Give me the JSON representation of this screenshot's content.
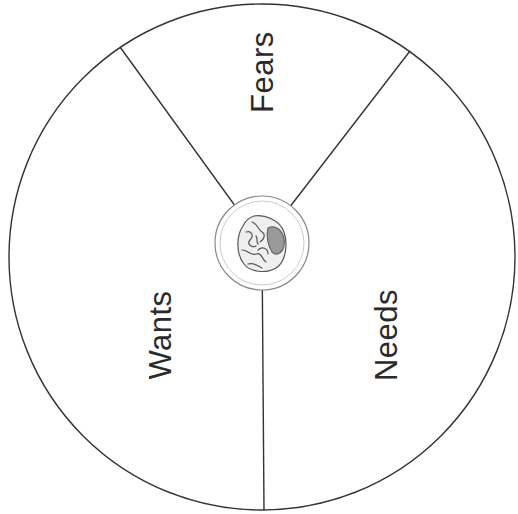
{
  "diagram": {
    "nodes": [
      {
        "text": [
          "Fears"
        ]
      },
      {
        "text": [
          "Wants"
        ]
      },
      {
        "text": [
          "Needs"
        ]
      }
    ]
  }
}
